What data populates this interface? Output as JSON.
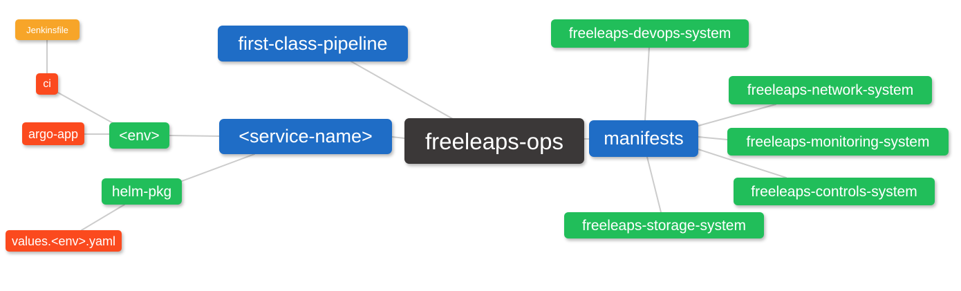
{
  "diagram": {
    "type": "mindmap",
    "root": "freeleaps-ops",
    "colors": {
      "branch_blue": "#1f6dc6",
      "leaf_green": "#21be5a",
      "leaf_red_orange": "#fb4a1e",
      "leaf_orange": "#f7a529",
      "root_dark": "#3b3838",
      "edge_gray": "#cccccc",
      "node_text": "#ffffff",
      "background": "#ffffff"
    },
    "nodes": [
      {
        "id": "jenkinsfile",
        "label": "Jenkinsfile",
        "color": "leaf_orange"
      },
      {
        "id": "ci",
        "label": "ci",
        "color": "leaf_red_orange"
      },
      {
        "id": "argo-app",
        "label": "argo-app",
        "color": "leaf_red_orange"
      },
      {
        "id": "env",
        "label": "<env>",
        "color": "leaf_green"
      },
      {
        "id": "helm-pkg",
        "label": "helm-pkg",
        "color": "leaf_green"
      },
      {
        "id": "values-env-yaml",
        "label": "values.<env>.yaml",
        "color": "leaf_red_orange"
      },
      {
        "id": "first-class-pipeline",
        "label": "first-class-pipeline",
        "color": "branch_blue"
      },
      {
        "id": "service-name",
        "label": "<service-name>",
        "color": "branch_blue"
      },
      {
        "id": "freeleaps-ops",
        "label": "freeleaps-ops",
        "color": "root_dark"
      },
      {
        "id": "manifests",
        "label": "manifests",
        "color": "branch_blue"
      },
      {
        "id": "freeleaps-devops-system",
        "label": "freeleaps-devops-system",
        "color": "leaf_green"
      },
      {
        "id": "freeleaps-network-system",
        "label": "freeleaps-network-system",
        "color": "leaf_green"
      },
      {
        "id": "freeleaps-monitoring-system",
        "label": "freeleaps-monitoring-system",
        "color": "leaf_green"
      },
      {
        "id": "freeleaps-controls-system",
        "label": "freeleaps-controls-system",
        "color": "leaf_green"
      },
      {
        "id": "freeleaps-storage-system",
        "label": "freeleaps-storage-system",
        "color": "leaf_green"
      }
    ],
    "edges": [
      {
        "from": "jenkinsfile",
        "to": "ci"
      },
      {
        "from": "ci",
        "to": "env"
      },
      {
        "from": "argo-app",
        "to": "env"
      },
      {
        "from": "env",
        "to": "service-name"
      },
      {
        "from": "helm-pkg",
        "to": "service-name"
      },
      {
        "from": "values-env-yaml",
        "to": "helm-pkg"
      },
      {
        "from": "first-class-pipeline",
        "to": "freeleaps-ops"
      },
      {
        "from": "service-name",
        "to": "freeleaps-ops"
      },
      {
        "from": "freeleaps-ops",
        "to": "manifests"
      },
      {
        "from": "manifests",
        "to": "freeleaps-devops-system"
      },
      {
        "from": "manifests",
        "to": "freeleaps-network-system"
      },
      {
        "from": "manifests",
        "to": "freeleaps-monitoring-system"
      },
      {
        "from": "manifests",
        "to": "freeleaps-controls-system"
      },
      {
        "from": "manifests",
        "to": "freeleaps-storage-system"
      }
    ]
  }
}
